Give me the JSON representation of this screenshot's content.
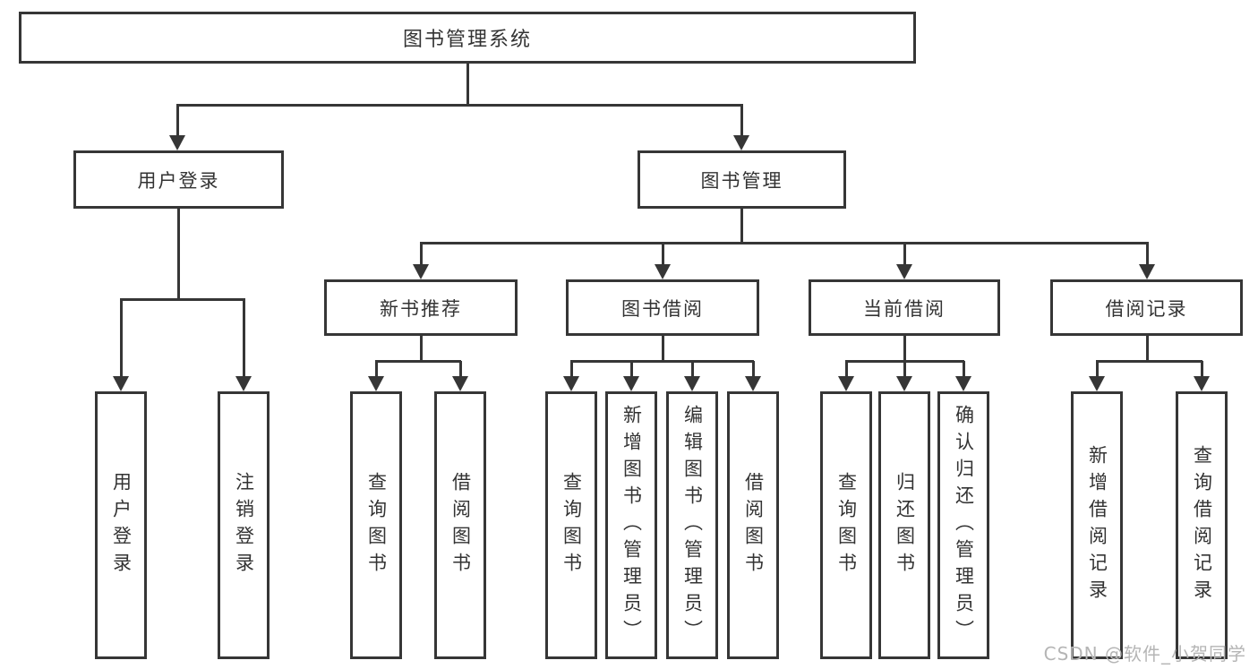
{
  "tree": {
    "root": "图书管理系统",
    "branches": [
      {
        "label": "用户登录",
        "children": [
          {
            "label": "用户登录"
          },
          {
            "label": "注销登录"
          }
        ]
      },
      {
        "label": "图书管理",
        "children": [
          {
            "label": "新书推荐",
            "children": [
              {
                "label": "查询图书"
              },
              {
                "label": "借阅图书"
              }
            ]
          },
          {
            "label": "图书借阅",
            "children": [
              {
                "label": "查询图书"
              },
              {
                "label": "新增图书（管理员）"
              },
              {
                "label": "编辑图书（管理员）"
              },
              {
                "label": "借阅图书"
              }
            ]
          },
          {
            "label": "当前借阅",
            "children": [
              {
                "label": "查询图书"
              },
              {
                "label": "归还图书"
              },
              {
                "label": "确认归还（管理员）"
              }
            ]
          },
          {
            "label": "借阅记录",
            "children": [
              {
                "label": "新增借阅记录"
              },
              {
                "label": "查询借阅记录"
              }
            ]
          }
        ]
      }
    ]
  },
  "watermark": "CSDN @软件_小贺同学",
  "colors": {
    "line": "#363636",
    "text": "#333333",
    "watermark": "#b5b5b5",
    "background": "#ffffff"
  }
}
